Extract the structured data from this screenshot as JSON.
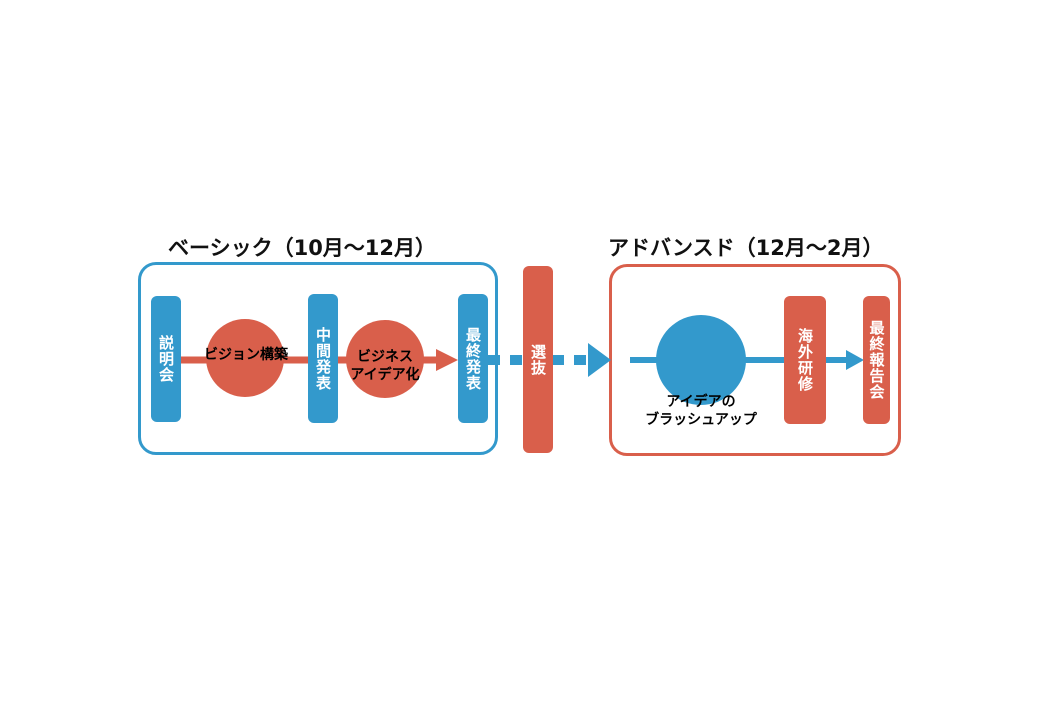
{
  "basic": {
    "title": "ベーシック（10月〜12月）",
    "steps": {
      "briefing": "説明会",
      "vision": "ビジョン構築",
      "midterm": "中間発表",
      "business_idea": "ビジネス\nアイデア化",
      "final_presentation": "最終発表"
    }
  },
  "selection": {
    "label": "選抜"
  },
  "advanced": {
    "title": "アドバンスド（12月〜2月）",
    "steps": {
      "brushup": "アイデアの\nブラッシュアップ",
      "overseas": "海外研修",
      "final_report": "最終報告会"
    }
  },
  "colors": {
    "blue": "#3399cc",
    "red": "#d95f4b"
  }
}
